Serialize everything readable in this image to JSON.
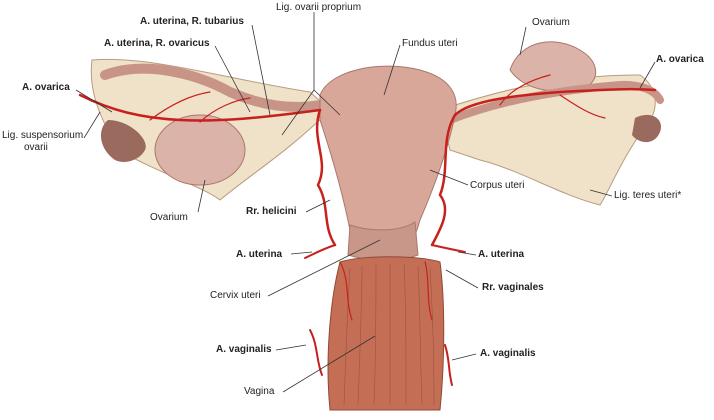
{
  "labels": {
    "lig_ovarii_proprium": "Lig. ovarii proprium",
    "a_uterina_r_tubarius": "A. uterina, R. tubarius",
    "a_uterina_r_ovaricus": "A. uterina, R. ovaricus",
    "a_ovarica_left": "A. ovarica",
    "lig_suspensorium_1": "Lig. suspensorium",
    "lig_suspensorium_2": "ovarii",
    "ovarium_left": "Ovarium",
    "rr_helicini": "Rr. helicini",
    "a_uterina_left": "A. uterina",
    "cervix_uteri": "Cervix uteri",
    "a_vaginalis_left": "A. vaginalis",
    "vagina": "Vagina",
    "fundus_uteri": "Fundus uteri",
    "ovarium_right": "Ovarium",
    "a_ovarica_right": "A. ovarica",
    "corpus_uteri": "Corpus uteri",
    "lig_teres_uteri": "Lig. teres uteri*",
    "a_uterina_right": "A. uterina",
    "rr_vaginales": "Rr. vaginales",
    "a_vaginalis_right": "A. vaginalis"
  },
  "colors": {
    "tissue": "#d9a79a",
    "tissue_dark": "#b97e72",
    "ligament": "#efe2c8",
    "artery": "#c8201c",
    "vagina": "#c46e55",
    "ovary": "#dcb3a8"
  }
}
